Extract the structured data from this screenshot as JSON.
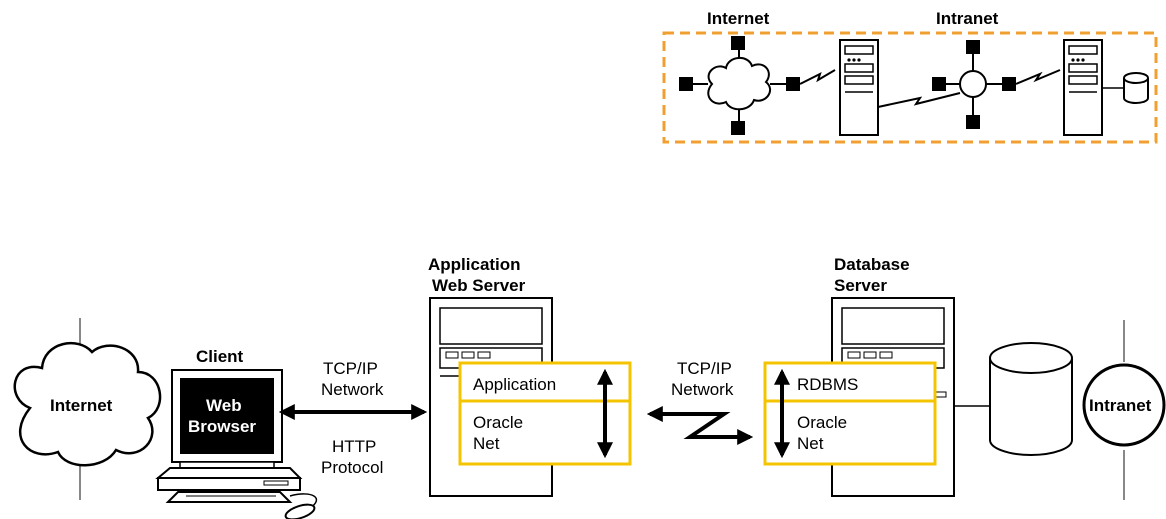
{
  "overview": {
    "internet_label": "Internet",
    "intranet_label": "Intranet"
  },
  "client": {
    "label": "Client",
    "screen_line1": "Web",
    "screen_line2": "Browser"
  },
  "internet_cloud_label": "Internet",
  "link_left": {
    "line1": "TCP/IP",
    "line2": "Network",
    "protocol1": "HTTP",
    "protocol2": "Protocol"
  },
  "app_server": {
    "title1": "Application",
    "title2": "Web Server",
    "box_top": "Application",
    "box_bottom1": "Oracle",
    "box_bottom2": "Net"
  },
  "link_right": {
    "line1": "TCP/IP",
    "line2": "Network"
  },
  "db_server": {
    "title1": "Database",
    "title2": "Server",
    "box_top": "RDBMS",
    "box_bottom1": "Oracle",
    "box_bottom2": "Net"
  },
  "intranet_node_label": "Intranet",
  "colors": {
    "accent_dashed": "#f0a030",
    "box_yellow": "#f5c400"
  }
}
